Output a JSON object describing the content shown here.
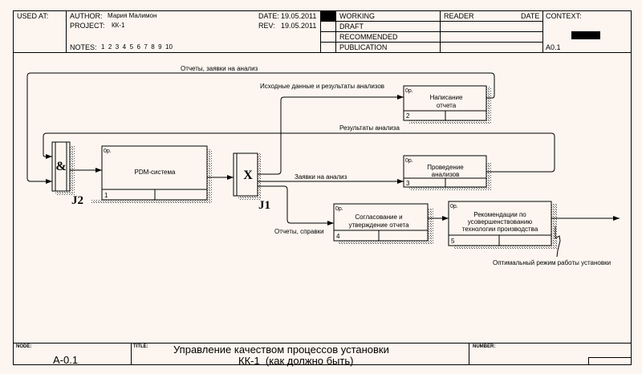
{
  "header": {
    "used_at_label": "USED AT:",
    "author_label": "AUTHOR:",
    "author": "Мария Малимон",
    "project_label": "PROJECT:",
    "project": "КК-1",
    "notes_label": "NOTES:",
    "notes": "1  2  3  4  5  6  7  8  9  10",
    "date_label": "DATE:",
    "date": "19.05.2011",
    "rev_label": "REV:",
    "rev": "19.05.2011",
    "status": [
      {
        "label": "WORKING",
        "active": true
      },
      {
        "label": "DRAFT",
        "active": false
      },
      {
        "label": "RECOMMENDED",
        "active": false
      },
      {
        "label": "PUBLICATION",
        "active": false
      }
    ],
    "reader_label": "READER",
    "reader_date_label": "DATE",
    "context_label": "CONTEXT:",
    "context_node": "A0.1"
  },
  "diagram": {
    "activities": [
      {
        "id": "1",
        "name": "PDM-система",
        "op_label": "0р."
      },
      {
        "id": "2",
        "name_lines": [
          "Написание",
          "отчета"
        ],
        "op_label": "0р."
      },
      {
        "id": "3",
        "name_lines": [
          "Проведение",
          "анализов"
        ],
        "op_label": "0р."
      },
      {
        "id": "4",
        "name_lines": [
          "Согласование и",
          "утверждение отчета"
        ],
        "op_label": "0р."
      },
      {
        "id": "5",
        "name_lines": [
          "Рекомендации по",
          "усовершенствованию",
          "технологии производства"
        ],
        "op_label": "0р."
      }
    ],
    "junctions": [
      {
        "id": "J2",
        "symbol": "&",
        "type": "AND"
      },
      {
        "id": "J1",
        "symbol": "X",
        "type": "XOR"
      }
    ],
    "arrows": {
      "reports_requests": "Отчеты, заявки на анализ",
      "source_data": "Исходные данные и результаты анализов",
      "analysis_results": "Результаты анализа",
      "analysis_requests": "Заявки на анализ",
      "reports_references": "Отчеты, справки",
      "optimal_mode": "Оптимальный режим работы установки"
    }
  },
  "footer": {
    "node_label": "NODE:",
    "node": "A-0.1",
    "title_label": "TITLE:",
    "title_line1": "Управление качеством процессов установки",
    "title_line2": "КК-1  (как должно быть)",
    "number_label": "NUMBER:"
  }
}
